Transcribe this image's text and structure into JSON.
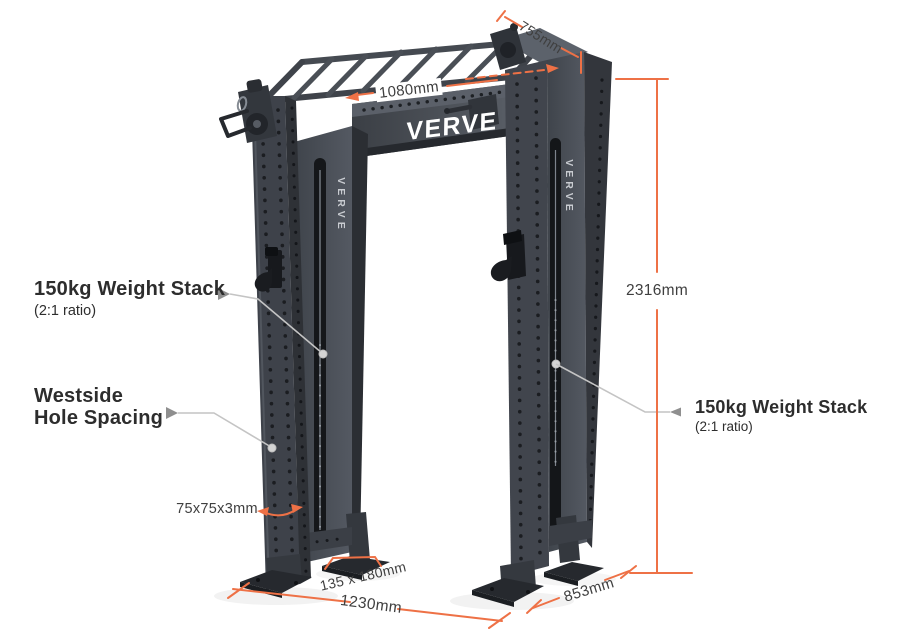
{
  "product": {
    "brand": "VERVE",
    "beam_logo": "VERVE",
    "left_shroud_logo": "VERVE",
    "right_shroud_logo": "VERVE"
  },
  "callouts": {
    "left_stack": {
      "title": "150kg Weight Stack",
      "subtitle": "(2:1 ratio)"
    },
    "right_stack": {
      "title": "150kg Weight Stack",
      "subtitle": "(2:1 ratio)"
    },
    "hole_spacing": {
      "line1": "Westside",
      "line2": "Hole Spacing"
    }
  },
  "dimensions": {
    "top_depth": "755mm",
    "inner_width": "1080mm",
    "total_height": "2316mm",
    "base_depth": "853mm",
    "base_width": "1230mm",
    "foot_plate": "135 x 180mm",
    "upright_tube": "75x75x3mm"
  },
  "colors": {
    "accent_orange": "#EE7146",
    "leader_gray": "#C4C4C4",
    "heading_text": "#2D2D2D",
    "dimension_text": "#3F3F3F",
    "frame_dark": "#32363C",
    "frame_mid": "#474C54",
    "background": "#FFFFFF"
  }
}
